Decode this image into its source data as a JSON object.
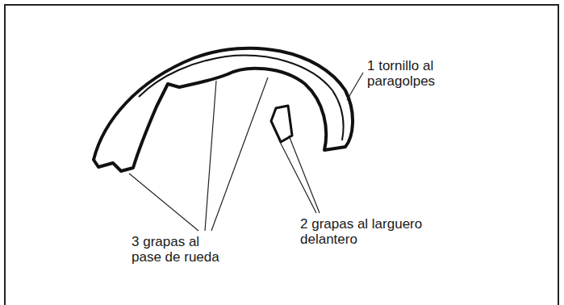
{
  "diagram": {
    "labels": [
      "1 tornillo al paragolpes",
      "2 grapas al larguero delantero",
      "3 grapas al pase de rueda"
    ]
  }
}
